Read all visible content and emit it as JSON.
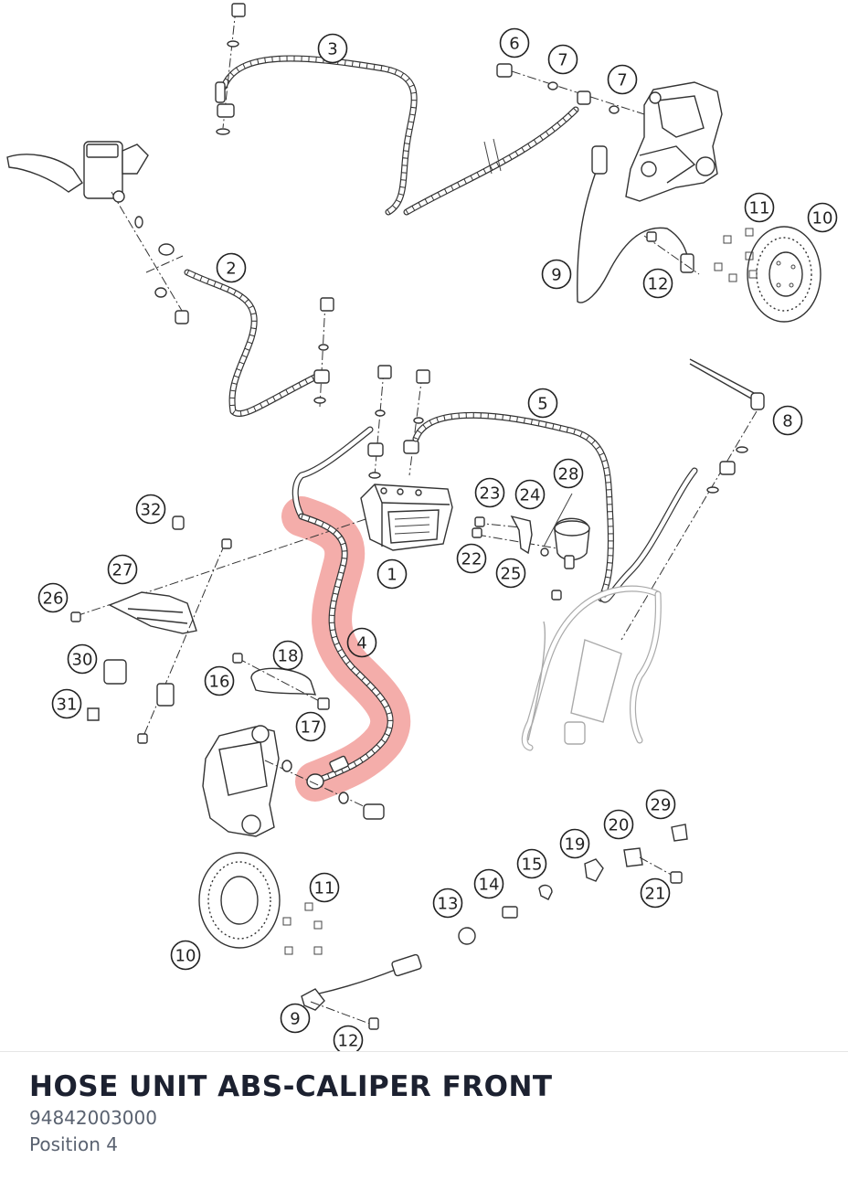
{
  "diagram": {
    "highlighted_position": "4",
    "highlight_color": "#f08a86",
    "callouts": [
      {
        "label": "1"
      },
      {
        "label": "2"
      },
      {
        "label": "3"
      },
      {
        "label": "4"
      },
      {
        "label": "5"
      },
      {
        "label": "6"
      },
      {
        "label": "7"
      },
      {
        "label": "7"
      },
      {
        "label": "8"
      },
      {
        "label": "9"
      },
      {
        "label": "9"
      },
      {
        "label": "10"
      },
      {
        "label": "10"
      },
      {
        "label": "11"
      },
      {
        "label": "11"
      },
      {
        "label": "12"
      },
      {
        "label": "12"
      },
      {
        "label": "13"
      },
      {
        "label": "14"
      },
      {
        "label": "15"
      },
      {
        "label": "16"
      },
      {
        "label": "17"
      },
      {
        "label": "18"
      },
      {
        "label": "19"
      },
      {
        "label": "20"
      },
      {
        "label": "21"
      },
      {
        "label": "22"
      },
      {
        "label": "23"
      },
      {
        "label": "24"
      },
      {
        "label": "25"
      },
      {
        "label": "26"
      },
      {
        "label": "27"
      },
      {
        "label": "28"
      },
      {
        "label": "29"
      },
      {
        "label": "30"
      },
      {
        "label": "31"
      },
      {
        "label": "32"
      }
    ]
  },
  "part": {
    "name": "HOSE UNIT ABS-CALIPER FRONT",
    "number": "94842003000",
    "position": "Position 4"
  }
}
